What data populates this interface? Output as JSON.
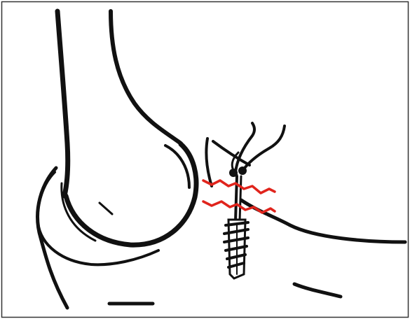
{
  "figure": {
    "kind": "line-drawing",
    "colors": {
      "ink": "#111111",
      "fracture_line": "#e0241c",
      "background": "#ffffff",
      "frame": "#333333"
    },
    "elements": [
      "humeral-head-outline",
      "humeral-shaft",
      "glenoid-cavity",
      "scapula-outline",
      "tuberosity-fragment",
      "suture-strands",
      "suture-anchor",
      "fracture-lines"
    ]
  }
}
